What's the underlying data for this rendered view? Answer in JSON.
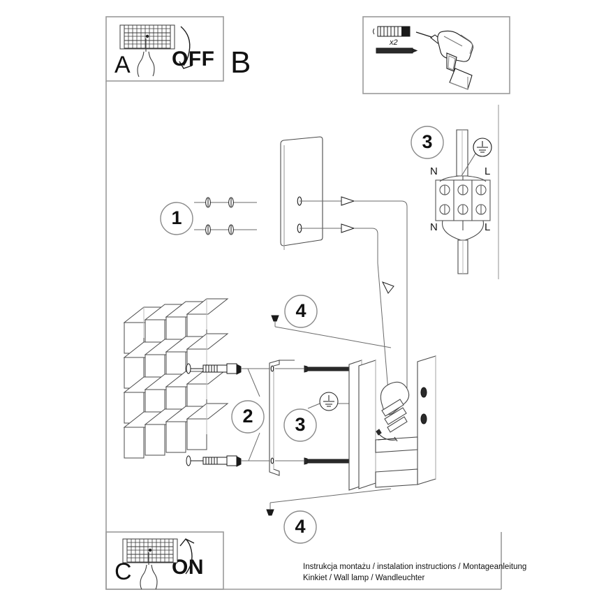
{
  "document": {
    "title": "Kinkiet / Wall lamp / Wandleuchter",
    "footer_line1": "Instrukcja montażu / instalation instructions / Montageanleitung",
    "footer_line2": "Kinkiet / Wall lamp / Wandleuchter",
    "line_color": "#1a1a1a",
    "frame_color": "#9a9a9a",
    "background": "#ffffff"
  },
  "panels": {
    "a": {
      "letter": "A",
      "action_label": "OFF",
      "icon": "circuit-breaker-panel-icon",
      "hand_icon": "hand-pointing-icon",
      "arrow_icon": "curved-arrow-down-icon"
    },
    "b": {
      "letter": "B"
    },
    "tools": {
      "wall_plug_qty": "x2",
      "plug_icon": "wall-plug-icon",
      "screw_icon": "screw-icon",
      "drill_icon": "power-drill-icon"
    },
    "c": {
      "letter": "C",
      "action_label": "ON",
      "icon": "circuit-breaker-panel-icon",
      "hand_icon": "hand-pointing-icon",
      "arrow_icon": "curved-arrow-up-icon"
    }
  },
  "steps": [
    {
      "number": "1",
      "name": "attach-mounting-plate"
    },
    {
      "number": "2",
      "name": "fix-bracket-to-wall"
    },
    {
      "number": "3",
      "name": "connect-wiring"
    },
    {
      "number": "4",
      "name": "tighten-grub-screw"
    }
  ],
  "wiring": {
    "step_number": "3",
    "earth_symbol": "earth-ground-icon",
    "terminal_top_left": "N",
    "terminal_top_right": "L",
    "terminal_bottom_left": "N",
    "terminal_bottom_right": "L",
    "terminal_count": 3
  },
  "assembly": {
    "wall_icon": "brick-wall-icon",
    "brick_rows": 4,
    "brick_cols": 4,
    "plate_icon": "mounting-plate-icon",
    "bracket_icon": "l-bracket-icon",
    "lamp_icon": "wall-lamp-body-icon",
    "bulb_icon": "light-bulb-icon",
    "earth_symbol": "earth-ground-icon",
    "step2_number": "2",
    "step3_number": "3",
    "step4_top_number": "4",
    "step4_bottom_number": "4"
  }
}
